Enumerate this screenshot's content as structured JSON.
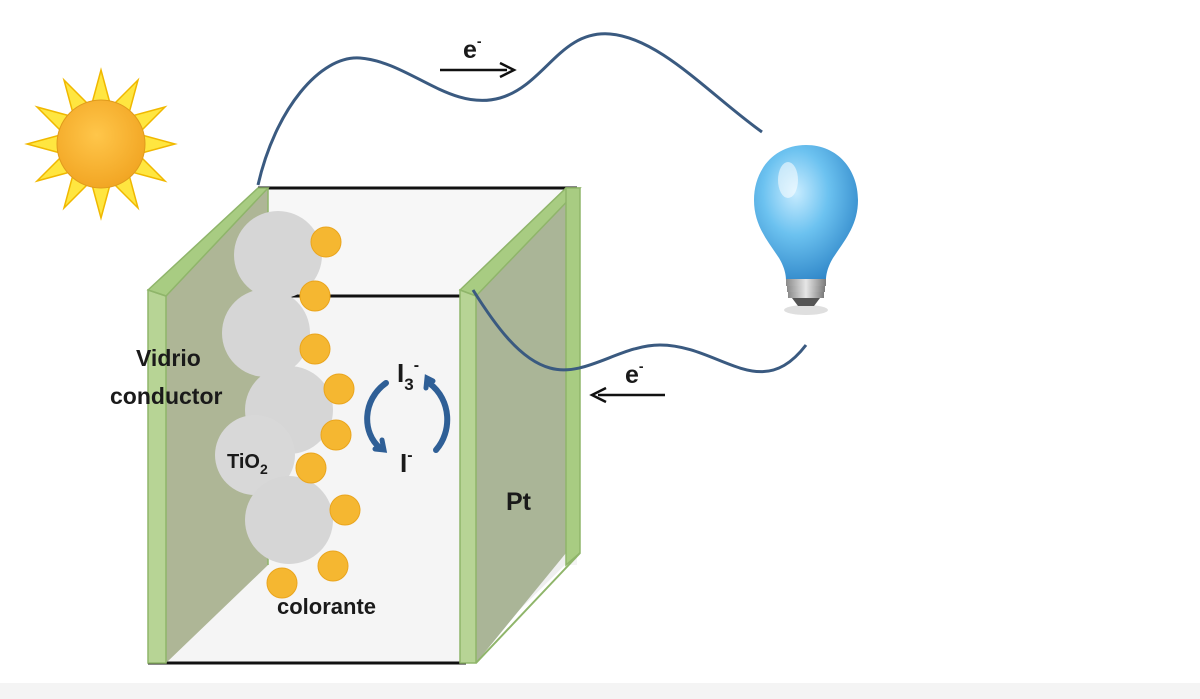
{
  "labels": {
    "electron_top": {
      "base": "e",
      "sup": "-"
    },
    "electron_bottom": {
      "base": "e",
      "sup": "-"
    },
    "glass_line1": "Vidrio",
    "glass_line2": "conductor",
    "tio2": {
      "base": "TiO",
      "sub": "2"
    },
    "triiodide": {
      "base": "I",
      "sub": "3",
      "sup": "-"
    },
    "iodide": {
      "base": "I",
      "sup": "-"
    },
    "platinum": "Pt",
    "dye": "colorante"
  },
  "icons": {
    "sun": "sun-icon",
    "bulb": "light-bulb-icon",
    "cycle": "redox-cycle-arrows-icon"
  },
  "colors": {
    "wire": "#3a5a80",
    "glass_face": "#b4bc9c",
    "glass_edge": "#a8cc82",
    "tio2": "#d6d6d6",
    "dye": "#f5b731",
    "sun": "#f7b733",
    "sun_rays": "#ffe640",
    "bulb": "#5ab4ea",
    "arrow": "#2f5f96"
  }
}
